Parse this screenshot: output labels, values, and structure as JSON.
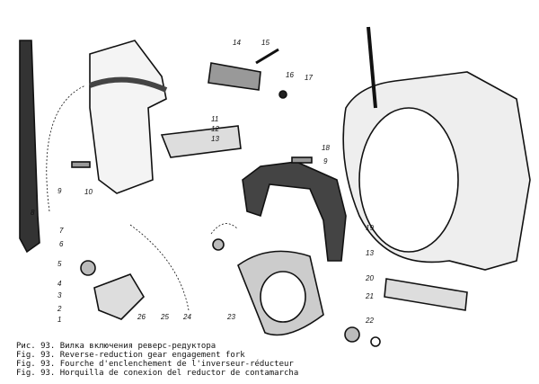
{
  "figure": {
    "captions": [
      "Рис. 93. Вилка включения реверс-редуктора",
      "Fig. 93. Reverse-reduction gear engagement fork",
      "Fig. 93. Fourche d'enclenchement de l'inverseur-réducteur",
      "Fig. 93. Horquilla de conexion del reductor de contamarcha"
    ],
    "part_labels": [
      "14",
      "15",
      "16",
      "17",
      "11",
      "12",
      "13",
      "18",
      "9",
      "10",
      "9",
      "8",
      "7",
      "6",
      "5",
      "4",
      "3",
      "2",
      "1",
      "26",
      "25",
      "24",
      "23",
      "19",
      "13",
      "20",
      "21",
      "22"
    ]
  }
}
